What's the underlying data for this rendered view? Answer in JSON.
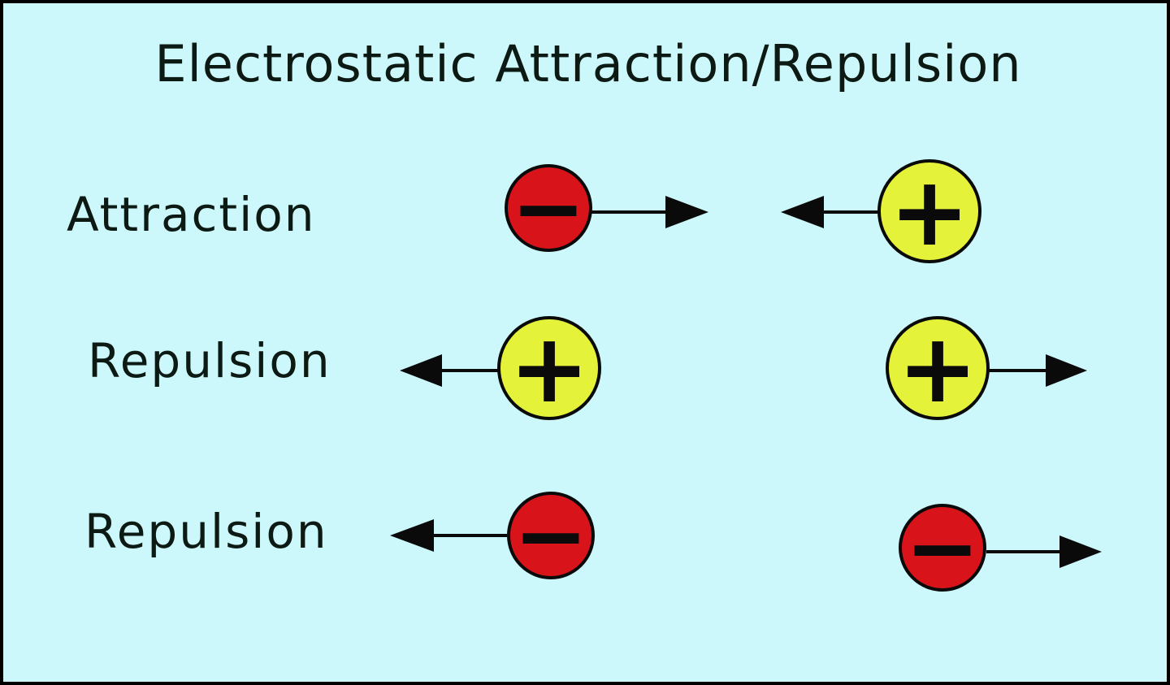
{
  "title": "Electrostatic Attraction/Repulsion",
  "rows": [
    {
      "label": "Attraction",
      "charges": [
        {
          "sign": "negative",
          "symbol": "−",
          "arrow": "right"
        },
        {
          "sign": "positive",
          "symbol": "+",
          "arrow": "left"
        }
      ]
    },
    {
      "label": "Repulsion",
      "charges": [
        {
          "sign": "positive",
          "symbol": "+",
          "arrow": "left"
        },
        {
          "sign": "positive",
          "symbol": "+",
          "arrow": "right"
        }
      ]
    },
    {
      "label": "Repulsion",
      "charges": [
        {
          "sign": "negative",
          "symbol": "−",
          "arrow": "left"
        },
        {
          "sign": "negative",
          "symbol": "−",
          "arrow": "right"
        }
      ]
    }
  ],
  "colors": {
    "background": "#ccf8fc",
    "negative_fill": "#d8141a",
    "positive_fill": "#e4f23a",
    "outline": "#0a0a0a",
    "text": "#0d1a14"
  }
}
